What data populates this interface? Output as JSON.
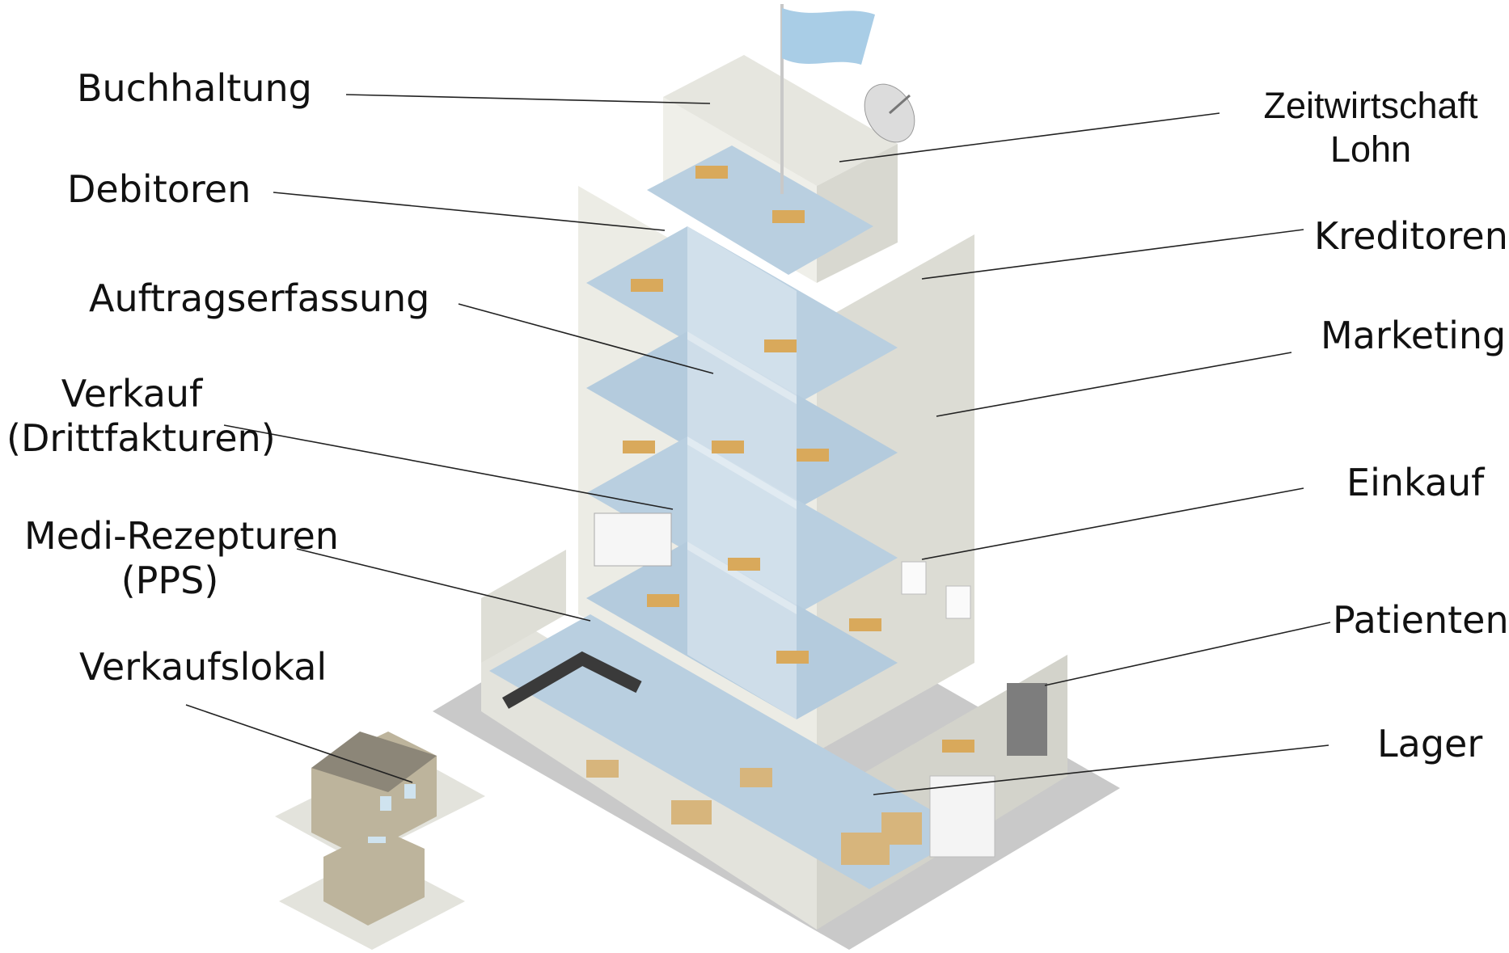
{
  "labels": {
    "buchhaltung": "Buchhaltung",
    "debitoren": "Debitoren",
    "auftragserfassung": "Auftragserfassung",
    "verkauf_line1": "Verkauf",
    "verkauf_line2": "(Drittfakturen)",
    "medi_line1": "Medi-Rezepturen",
    "medi_line2": "(PPS)",
    "verkaufslokal": "Verkaufslokal",
    "zeitwirtschaft_line1": "Zeitwirtschaft",
    "zeitwirtschaft_line2": "Lohn",
    "kreditoren": "Kreditoren",
    "marketing": "Marketing",
    "einkauf": "Einkauf",
    "patienten": "Patienten",
    "lager": "Lager"
  },
  "colors": {
    "floor": "#b9cfe0",
    "wall": "#e9e9e2",
    "flag": "#a9cde6",
    "ground": "#c9c9c9",
    "leader": "#222222"
  },
  "icons": [
    "building-illustration",
    "flag-icon",
    "satellite-dish-icon",
    "small-shop-illustration"
  ]
}
